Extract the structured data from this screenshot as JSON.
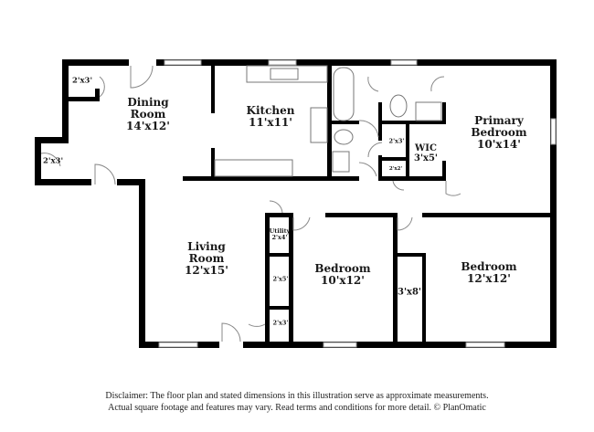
{
  "floorplan": {
    "rooms": [
      {
        "id": "dining",
        "name": "Dining Room",
        "line1": "Dining",
        "line2": "Room",
        "dims": "14'x12'"
      },
      {
        "id": "kitchen",
        "name": "Kitchen",
        "line1": "Kitchen",
        "dims": "11'x11'"
      },
      {
        "id": "primary",
        "name": "Primary Bedroom",
        "line1": "Primary",
        "line2": "Bedroom",
        "dims": "10'x14'"
      },
      {
        "id": "wic",
        "name": "WIC",
        "line1": "WIC",
        "dims": "3'x5'"
      },
      {
        "id": "living",
        "name": "Living Room",
        "line1": "Living",
        "line2": "Room",
        "dims": "12'x15'"
      },
      {
        "id": "bedroom2",
        "name": "Bedroom",
        "line1": "Bedroom",
        "dims": "10'x12'"
      },
      {
        "id": "bedroom3",
        "name": "Bedroom",
        "line1": "Bedroom",
        "dims": "12'x12'"
      },
      {
        "id": "utility",
        "name": "Utility",
        "line1": "Utility",
        "dims": "2'x4'"
      }
    ],
    "closets": [
      {
        "id": "closet-dining",
        "dims": "2'x3'"
      },
      {
        "id": "closet-entry",
        "dims": "2'x3'"
      },
      {
        "id": "closet-hall",
        "dims": "2'x3'"
      },
      {
        "id": "closet-linen",
        "dims": "2'x2'"
      },
      {
        "id": "closet-2x5",
        "dims": "2'x5'"
      },
      {
        "id": "closet-bed2",
        "dims": "2'x3'"
      },
      {
        "id": "closet-bed3",
        "dims": "3'x8'"
      }
    ]
  },
  "disclaimer": {
    "line1": "Disclaimer: The floor plan and stated dimensions in this illustration serve as approximate measurements.",
    "line2": "Actual square footage and features may vary. Read terms and conditions for more detail. © PlanOmatic"
  }
}
